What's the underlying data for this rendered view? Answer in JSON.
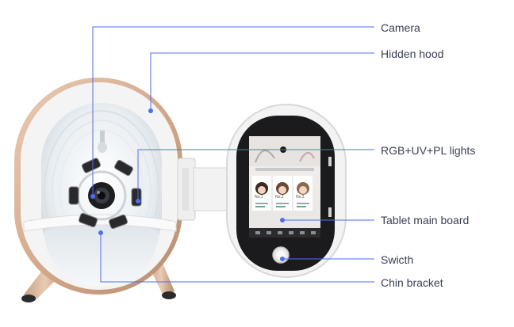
{
  "callouts": {
    "camera": "Camera",
    "hidden_hood": "Hidden hood",
    "lights": "RGB+UV+PL lights",
    "tablet_board": "Tablet main board",
    "switch": "Swicth",
    "chin_bracket": "Chin bracket"
  },
  "tablet_screen": {
    "card_1": "No.1",
    "card_2": "No.2",
    "card_3": "No.3"
  },
  "colors": {
    "callout_line": "#4d6ff2",
    "callout_text": "#3a3f55",
    "shell_gold": "#d9b296",
    "shell_white": "#f4f4f4",
    "screen_bezel": "#1b1b1d"
  }
}
